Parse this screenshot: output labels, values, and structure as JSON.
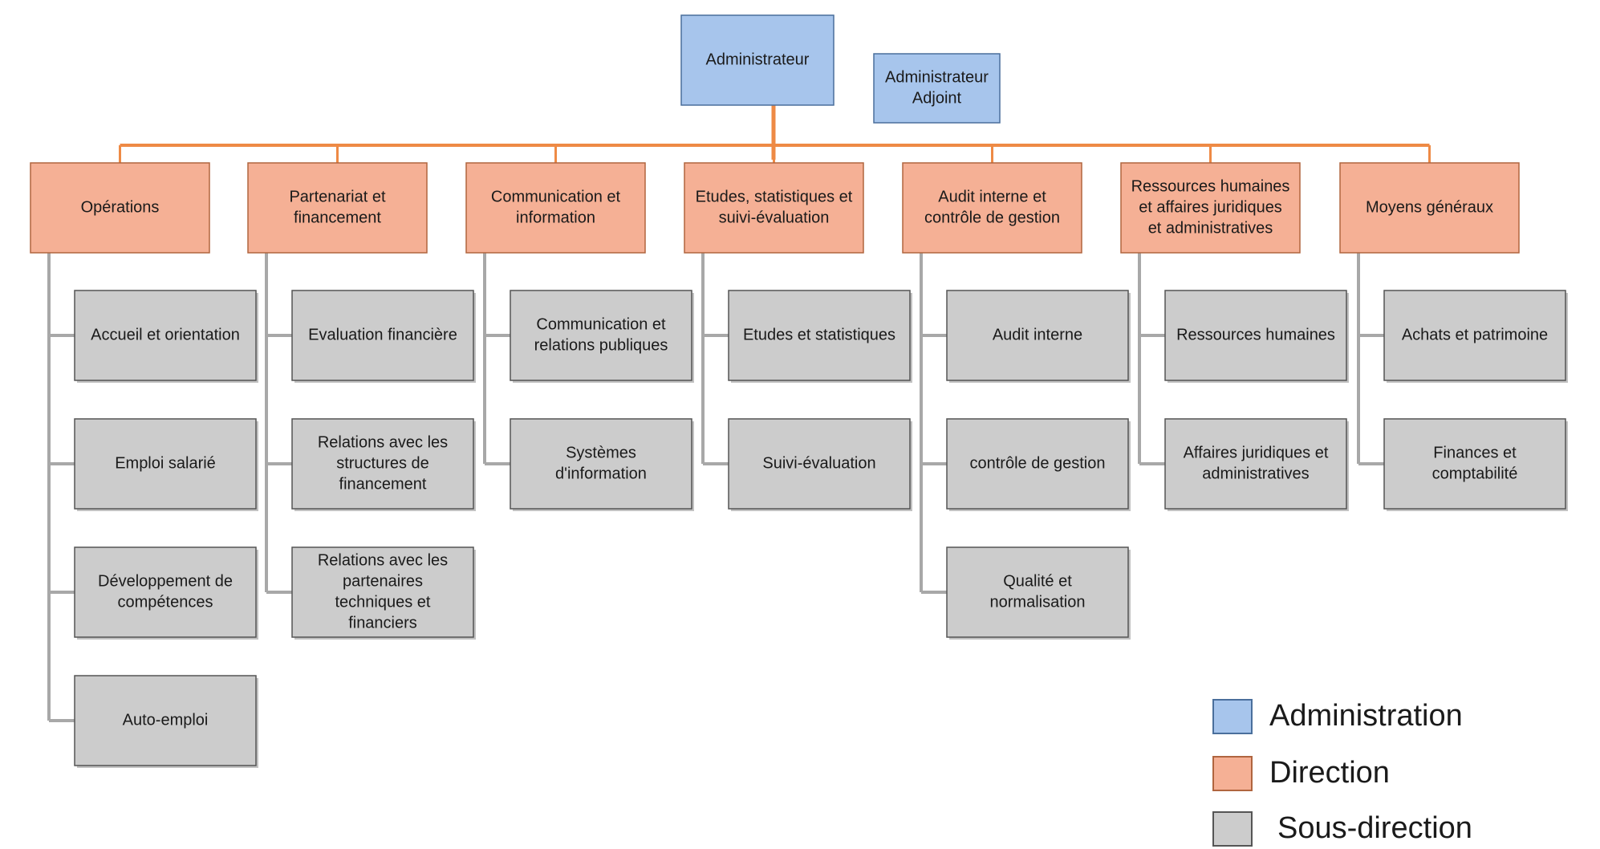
{
  "colors": {
    "administration_fill": "#a7c5ec",
    "administration_stroke": "#4a6f9c",
    "direction_fill": "#f5b095",
    "direction_stroke": "#b0653f",
    "sousdirection_fill": "#cccccc",
    "sousdirection_stroke": "#555555",
    "connector_orange": "#ee8a45",
    "connector_grey": "#a8a8a8"
  },
  "administration": [
    {
      "label": [
        "Administrateur"
      ]
    },
    {
      "label": [
        "Administrateur",
        "Adjoint"
      ]
    }
  ],
  "directions": [
    {
      "label": [
        "Opérations"
      ],
      "children": [
        {
          "label": [
            "Accueil et orientation"
          ]
        },
        {
          "label": [
            "Emploi salarié"
          ]
        },
        {
          "label": [
            "Développement de",
            "compétences"
          ]
        },
        {
          "label": [
            "Auto-emploi"
          ]
        }
      ]
    },
    {
      "label": [
        "Partenariat et",
        "financement"
      ],
      "children": [
        {
          "label": [
            "Evaluation financière"
          ]
        },
        {
          "label": [
            "Relations avec les",
            "structures de",
            "financement"
          ]
        },
        {
          "label": [
            "Relations avec les",
            "partenaires",
            "techniques et",
            "financiers"
          ]
        }
      ]
    },
    {
      "label": [
        "Communication et",
        "information"
      ],
      "children": [
        {
          "label": [
            "Communication et",
            "relations publiques"
          ]
        },
        {
          "label": [
            "Systèmes",
            "d'information"
          ]
        }
      ]
    },
    {
      "label": [
        "Etudes, statistiques et",
        "suivi-évaluation"
      ],
      "children": [
        {
          "label": [
            "Etudes et statistiques"
          ]
        },
        {
          "label": [
            "Suivi-évaluation"
          ]
        }
      ]
    },
    {
      "label": [
        "Audit interne et",
        "contrôle de gestion"
      ],
      "children": [
        {
          "label": [
            "Audit interne"
          ]
        },
        {
          "label": [
            "contrôle de gestion"
          ]
        },
        {
          "label": [
            "Qualité et",
            "normalisation"
          ]
        }
      ]
    },
    {
      "label": [
        "Ressources humaines",
        "et affaires juridiques",
        "et administratives"
      ],
      "children": [
        {
          "label": [
            "Ressources humaines"
          ]
        },
        {
          "label": [
            "Affaires juridiques et",
            "administratives"
          ]
        }
      ]
    },
    {
      "label": [
        "Moyens généraux"
      ],
      "children": [
        {
          "label": [
            "Achats et patrimoine"
          ]
        },
        {
          "label": [
            "Finances et",
            "comptabilité"
          ]
        }
      ]
    }
  ],
  "legend": [
    {
      "key": "administration",
      "label": "Administration"
    },
    {
      "key": "direction",
      "label": "Direction"
    },
    {
      "key": "sousdirection",
      "label": "Sous-direction"
    }
  ]
}
